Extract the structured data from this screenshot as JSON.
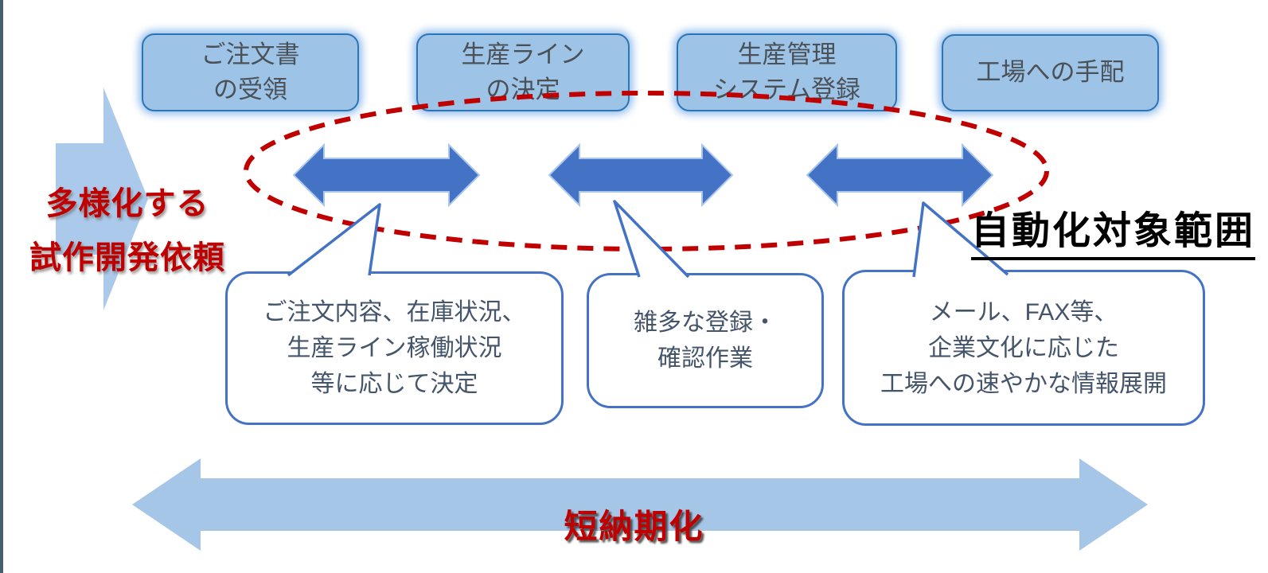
{
  "colors": {
    "box_fill": "#9DC3E6",
    "box_border": "#2E75B6",
    "connector_blue": "#4472C4",
    "connector_outline": "#A9C7EA",
    "light_block_arrow": "#ABC9EA",
    "dashed_ellipse_red": "#C00000",
    "red_label": "#C00000",
    "callout_border": "#4472C4",
    "callout_text": "#44546A",
    "box_text": "#4A5158",
    "scope_label": "#000000",
    "edge_line": "#45606E"
  },
  "steps": [
    {
      "lines": [
        "ご注文書",
        "の受領"
      ]
    },
    {
      "lines": [
        "生産ライン",
        "の決定"
      ]
    },
    {
      "lines": [
        "生産管理",
        "システム登録"
      ]
    },
    {
      "lines": [
        "工場への手配"
      ]
    }
  ],
  "callouts": [
    {
      "lines": [
        "ご注文内容、在庫状況、",
        "生産ライン稼働状況",
        "等に応じて決定"
      ]
    },
    {
      "lines": [
        "雑多な登録・",
        "確認作業"
      ]
    },
    {
      "lines": [
        "メール、FAX等、",
        "企業文化に応じた",
        "工場への速やかな情報展開"
      ]
    }
  ],
  "labels": {
    "demand": {
      "lines": [
        "多様化する",
        "試作開発依頼"
      ]
    },
    "automation_scope": "自動化対象範囲",
    "lead_time": "短納期化"
  }
}
